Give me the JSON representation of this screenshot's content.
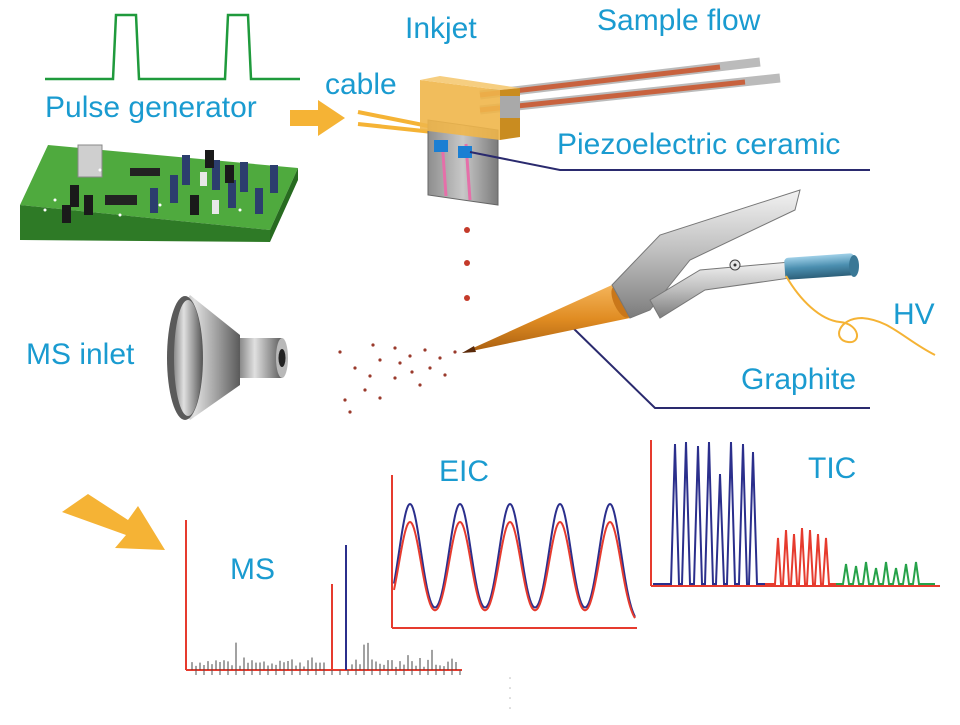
{
  "labels": {
    "pulse_generator": "Pulse generator",
    "cable": "cable",
    "inkjet": "Inkjet",
    "sample_flow": "Sample flow",
    "piezoelectric_ceramic": "Piezoelectric ceramic",
    "ms_inlet": "MS inlet",
    "hv": "HV",
    "graphite": "Graphite",
    "ms": "MS",
    "eic": "EIC",
    "tic": "TIC"
  },
  "colors": {
    "label": "#1a9bd0",
    "arrow": "#f5b335",
    "pcb": "#3e9a34",
    "pulse_trace": "#1f9a3c",
    "leader_line": "#2a2a6e",
    "series_red": "#e63b2e",
    "series_blue": "#2b2f8c",
    "series_green": "#26a24a",
    "droplet": "#b83a2a",
    "graphite": "#e08c22"
  },
  "icons": [
    "pulse-generator-board",
    "inkjet-head",
    "piezo-element",
    "ms-inlet-cone",
    "graphite-electrode",
    "alligator-clip",
    "hv-wire",
    "arrow"
  ]
}
